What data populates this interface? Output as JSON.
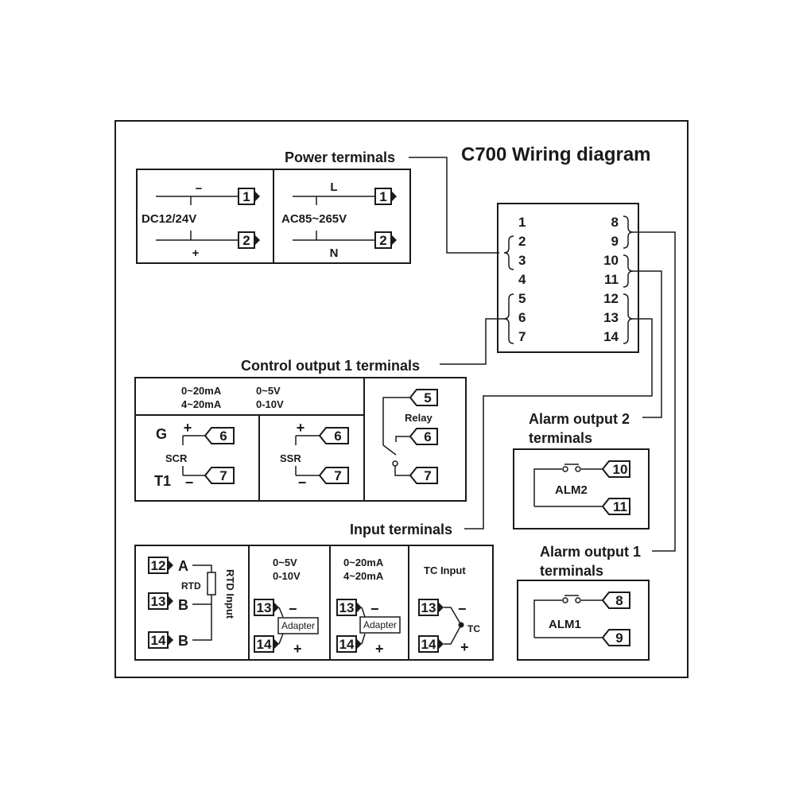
{
  "title": "C700 Wiring diagram",
  "labels": {
    "power": "Power terminals",
    "control1": "Control output 1 terminals",
    "input": "Input terminals",
    "alarm2_a": "Alarm output 2",
    "alarm2_b": "terminals",
    "alarm1_a": "Alarm output 1",
    "alarm1_b": "terminals"
  },
  "terminal_block": {
    "left": [
      "1",
      "2",
      "3",
      "4",
      "5",
      "6",
      "7"
    ],
    "right": [
      "8",
      "9",
      "10",
      "11",
      "12",
      "13",
      "14"
    ]
  },
  "power": {
    "dc": {
      "minus": "−",
      "plus": "+",
      "label": "DC12/24V",
      "t1": "1",
      "t2": "2"
    },
    "ac": {
      "L": "L",
      "N": "N",
      "label": "AC85~265V",
      "t1": "1",
      "t2": "2"
    }
  },
  "control": {
    "ranges_a": [
      "0~20mA",
      "4~20mA"
    ],
    "ranges_b": [
      "0~5V",
      "0-10V"
    ],
    "scr": {
      "G": "G",
      "T1": "T1",
      "plus": "+",
      "minus": "−",
      "label": "SCR",
      "t6": "6",
      "t7": "7"
    },
    "ssr": {
      "plus": "+",
      "minus": "−",
      "label": "SSR",
      "t6": "6",
      "t7": "7"
    },
    "relay": {
      "label": "Relay",
      "t5": "5",
      "t6": "6",
      "t7": "7"
    }
  },
  "inputs": {
    "rtd": {
      "t12": "12",
      "t13": "13",
      "t14": "14",
      "A": "A",
      "B1": "B",
      "B2": "B",
      "res": "RTD",
      "vertical": "RTD Input"
    },
    "volt": {
      "r1": "0~5V",
      "r2": "0-10V",
      "t13": "13",
      "t14": "14",
      "minus": "−",
      "plus": "+",
      "adapter": "Adapter"
    },
    "current": {
      "r1": "0~20mA",
      "r2": "4~20mA",
      "t13": "13",
      "t14": "14",
      "minus": "−",
      "plus": "+",
      "adapter": "Adapter"
    },
    "tc": {
      "title": "TC Input",
      "t13": "13",
      "t14": "14",
      "minus": "−",
      "plus": "+",
      "label": "TC"
    }
  },
  "alarm2": {
    "label": "ALM2",
    "t10": "10",
    "t11": "11"
  },
  "alarm1": {
    "label": "ALM1",
    "t8": "8",
    "t9": "9"
  }
}
